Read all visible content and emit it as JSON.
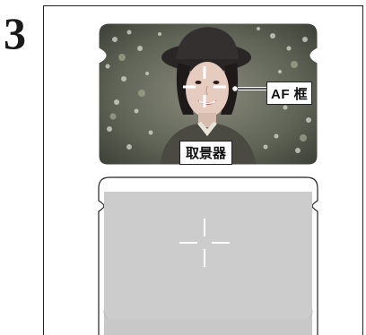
{
  "step_number": "3",
  "labels": {
    "af_frame": "AF 框",
    "viewfinder": "取景器"
  },
  "colors": {
    "lcd_gray": "#cccccc",
    "outline": "#222222",
    "crosshair_photo": "#ffffff",
    "crosshair_gray": "#ffffff"
  },
  "icons": {
    "photo": "woman-portrait-in-flower-field",
    "crosshair": "af-frame-crosshair"
  }
}
